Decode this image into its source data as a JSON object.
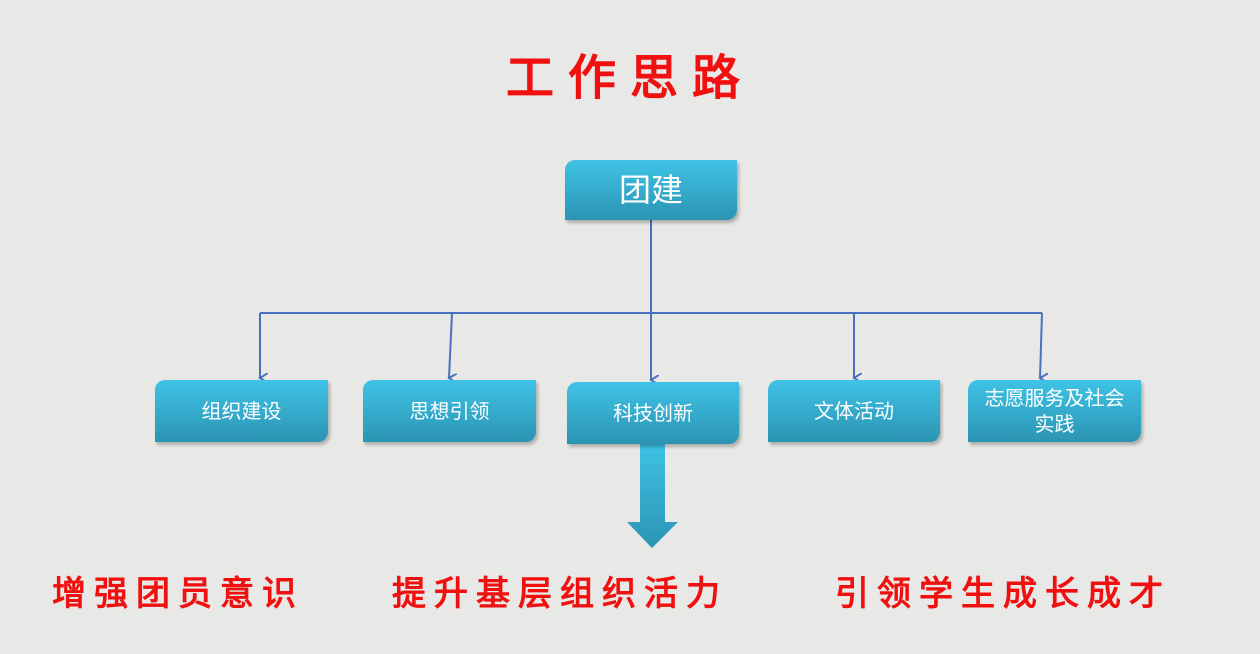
{
  "title": "工作思路",
  "root": "团建",
  "children": [
    "组织建设",
    "思想引领",
    "科技创新",
    "文体活动",
    "志愿服务及社会实践"
  ],
  "outcomes": [
    "增强团员意识",
    "提升基层组织活力",
    "引领学生成长成才"
  ],
  "colors": {
    "title": "#f01010",
    "box_top": "#3fc3e6",
    "box_bottom": "#2c94b3",
    "connector": "#4a70c0"
  }
}
